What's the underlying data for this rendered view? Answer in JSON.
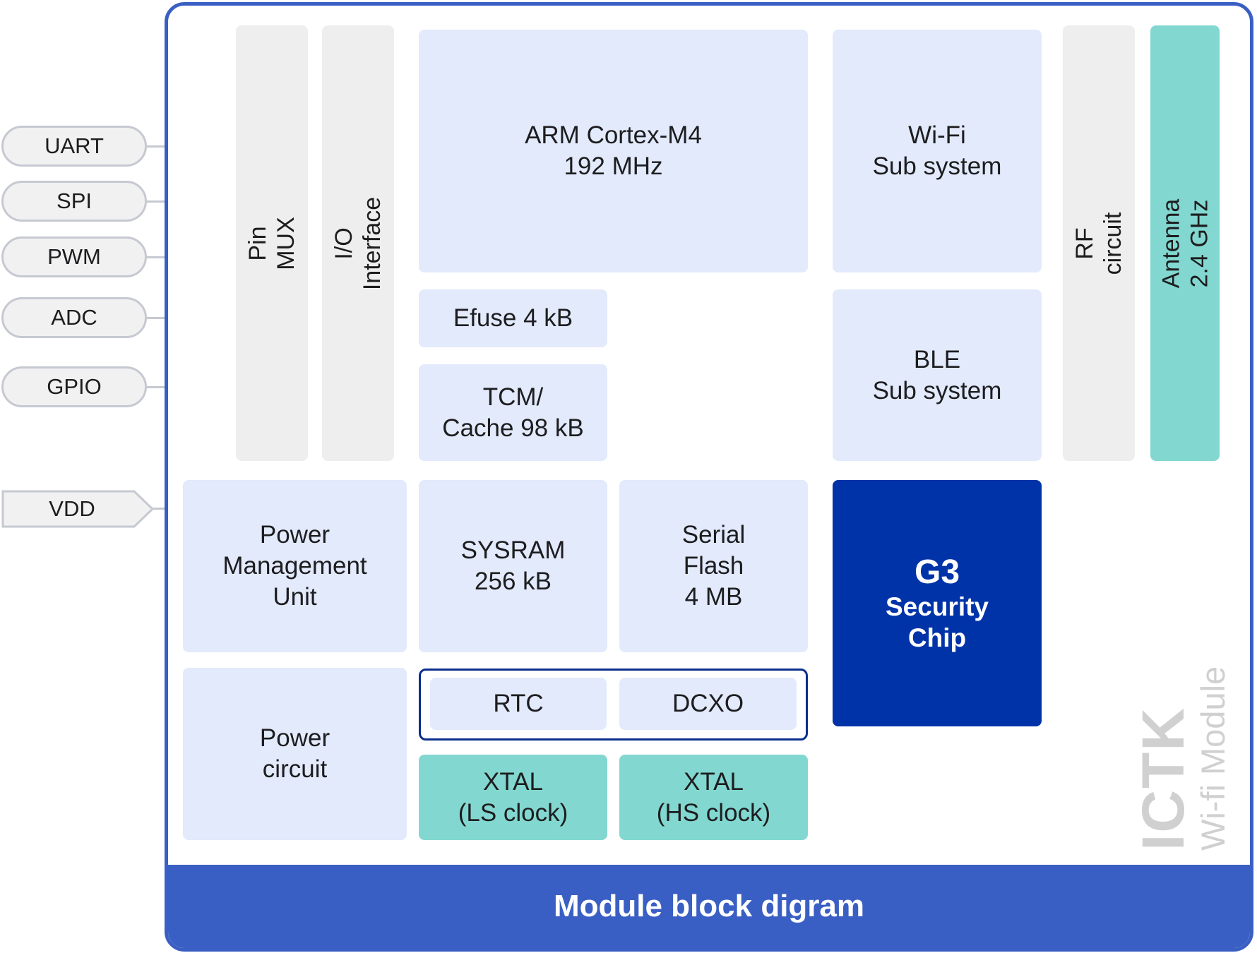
{
  "interfaces": [
    "UART",
    "SPI",
    "PWM",
    "ADC",
    "GPIO"
  ],
  "power_input": "VDD",
  "blocks": {
    "pin_mux": "Pin MUX",
    "io_interface": "I/O Interface",
    "cpu": "ARM Cortex-M4\n192 MHz",
    "wifi": "Wi-Fi\nSub system",
    "ble": "BLE\nSub system",
    "rf": "RF circuit",
    "antenna": "Antenna\n2.4 GHz",
    "efuse": "Efuse 4 kB",
    "tcm": "TCM/\nCache 98 kB",
    "pmu": "Power\nManagement\nUnit",
    "sysram": "SYSRAM\n256 kB",
    "flash": "Serial\nFlash\n4 MB",
    "security_title": "G3",
    "security_sub": "Security\nChip",
    "power_circuit": "Power\ncircuit",
    "rtc": "RTC",
    "dcxo": "DCXO",
    "xtal_ls": "XTAL\n(LS clock)",
    "xtal_hs": "XTAL\n(HS clock)"
  },
  "brand": {
    "name": "ICTK",
    "subtitle": "Wi-fi Module"
  },
  "footer": "Module block digram",
  "colors": {
    "frame": "#3a5fc4",
    "block": "#e2eafc",
    "gray": "#eeeeee",
    "teal": "#82d8d0",
    "security": "#0133a8"
  }
}
